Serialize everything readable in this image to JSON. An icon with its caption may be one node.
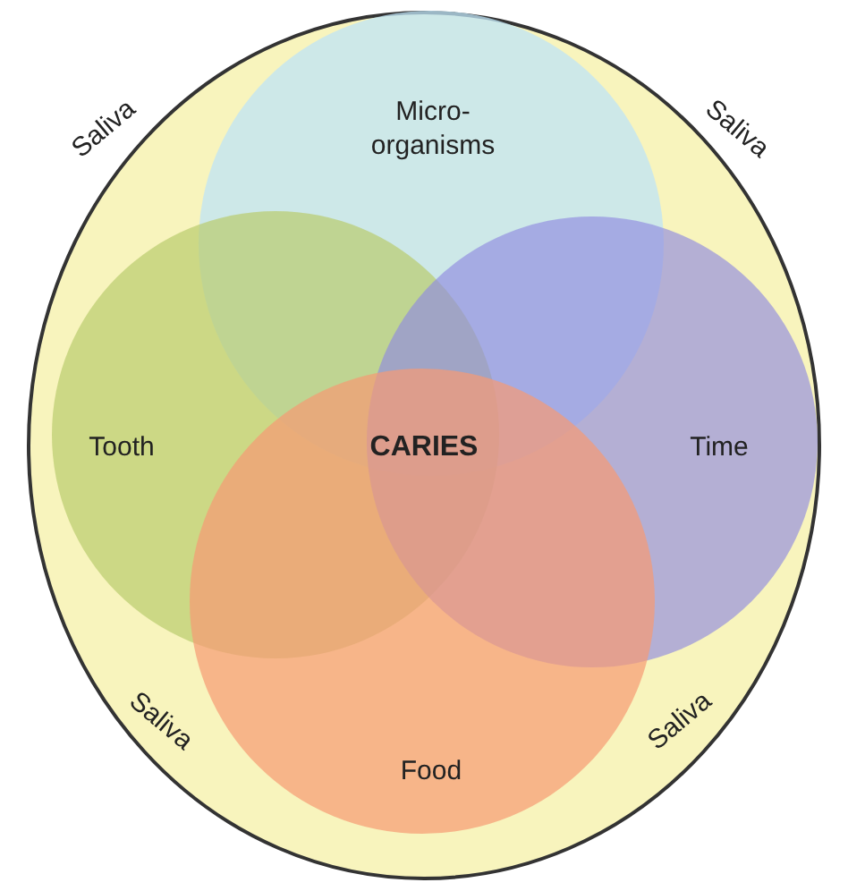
{
  "diagram": {
    "nodes": [
      {
        "text": [
          "Saliva",
          "Saliva",
          "Saliva",
          "Saliva"
        ]
      },
      {
        "text": [
          "Micro-organisms"
        ],
        "in": 0
      },
      {
        "text": [
          "Tooth"
        ],
        "in": 0
      },
      {
        "text": [
          "Time"
        ],
        "in": 0
      },
      {
        "text": [
          "Food"
        ],
        "in": 0
      }
    ],
    "labels": [
      "CARIES"
    ]
  }
}
